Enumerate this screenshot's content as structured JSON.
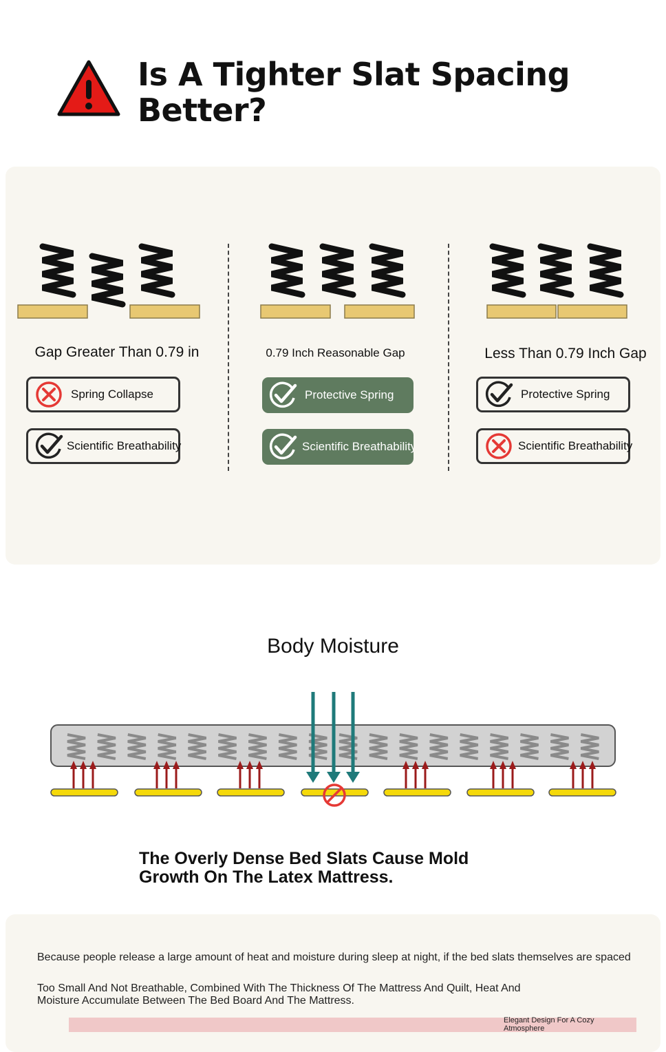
{
  "header": {
    "warning_icon": "warning-triangle-icon",
    "title": "Is A Tighter Slat Spacing Better?"
  },
  "comparison": {
    "columns": [
      {
        "label": "Gap Greater Than 0.79 in",
        "badges": [
          {
            "text": "Spring Collapse",
            "icon": "cross-circle-icon",
            "style": "outline"
          },
          {
            "text": "Scientific Breathability",
            "icon": "check-circle-icon",
            "style": "outline"
          }
        ]
      },
      {
        "label": "0.79 Inch Reasonable Gap",
        "badges": [
          {
            "text": "Protective Spring",
            "icon": "check-circle-icon",
            "style": "solid"
          },
          {
            "text": "Scientific Breathability",
            "icon": "check-circle-icon",
            "style": "solid"
          }
        ]
      },
      {
        "label": "Less Than 0.79 Inch Gap",
        "badges": [
          {
            "text": "Protective Spring",
            "icon": "check-circle-icon",
            "style": "outline"
          },
          {
            "text": "Scientific Breathability",
            "icon": "cross-circle-icon",
            "style": "outline"
          }
        ]
      }
    ]
  },
  "moisture": {
    "title": "Body Moisture",
    "blocked_icon": "no-entry-icon"
  },
  "bottom": {
    "heading": "The Overly Dense Bed Slats Cause Mold Growth On The Latex Mattress.",
    "paragraph1": "Because people release a large amount of heat and moisture during sleep at night, if the bed slats themselves are spaced",
    "paragraph2": "Too Small And Not Breathable, Combined With The Thickness Of The Mattress And Quilt, Heat And Moisture Accumulate Between The Bed Board And The Mattress.",
    "small_note": "Elegant Design For A Cozy Atmosphere"
  },
  "colors": {
    "slat": "#e8c872",
    "slat_border": "#8a7a4a",
    "solid_badge": "#5f7b5f",
    "red": "#e53935",
    "warning_red": "#e41b17",
    "teal": "#1f7a7a",
    "yellow_slat": "#f5d90a",
    "dark_red_arrow": "#9b1b1b"
  }
}
